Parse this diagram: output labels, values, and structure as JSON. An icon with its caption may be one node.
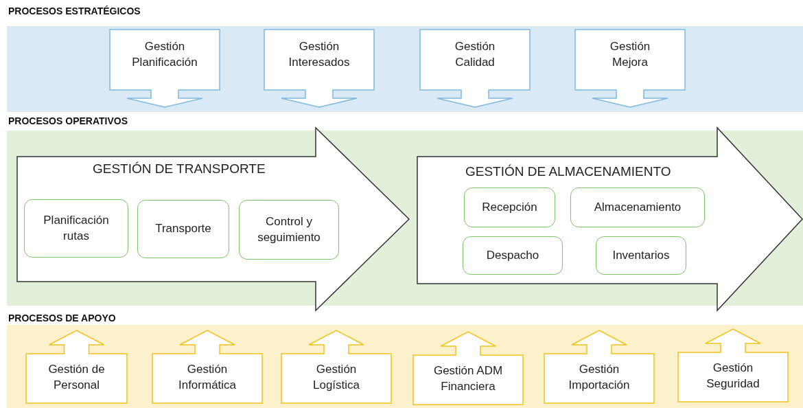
{
  "diagram": {
    "nodes": [
      {
        "text": [
          "PROCESOS ESTRATÉGICOS"
        ]
      },
      {
        "text": [
          "Gestión Planificación"
        ],
        "in": 0
      },
      {
        "text": [
          "Gestión Interesados"
        ],
        "in": 0
      },
      {
        "text": [
          "Gestión Calidad"
        ],
        "in": 0
      },
      {
        "text": [
          "Gestión Mejora"
        ],
        "in": 0
      },
      {
        "text": [
          "PROCESOS OPERATIVOS"
        ]
      },
      {
        "text": [
          "GESTIÓN DE TRANSPORTE"
        ],
        "in": 5
      },
      {
        "text": [
          "Planificación rutas"
        ],
        "in": 6
      },
      {
        "text": [
          "Transporte"
        ],
        "in": 6
      },
      {
        "text": [
          "Control y seguimiento"
        ],
        "in": 6
      },
      {
        "text": [
          "GESTIÓN DE ALMACENAMIENTO"
        ],
        "in": 5
      },
      {
        "text": [
          "Recepción"
        ],
        "in": 10
      },
      {
        "text": [
          "Almacenamiento"
        ],
        "in": 10
      },
      {
        "text": [
          "Despacho"
        ],
        "in": 10
      },
      {
        "text": [
          "Inventarios"
        ],
        "in": 10
      },
      {
        "text": [
          "PROCESOS DE APOYO"
        ]
      },
      {
        "text": [
          "Gestión de Personal"
        ],
        "in": 15
      },
      {
        "text": [
          "Gestión Informática"
        ],
        "in": 15
      },
      {
        "text": [
          "Gestión Logística"
        ],
        "in": 15
      },
      {
        "text": [
          "Gestión ADM Financiera"
        ],
        "in": 15
      },
      {
        "text": [
          "Gestión Importación"
        ],
        "in": 15
      },
      {
        "text": [
          "Gestión Seguridad"
        ],
        "in": 15
      }
    ]
  }
}
